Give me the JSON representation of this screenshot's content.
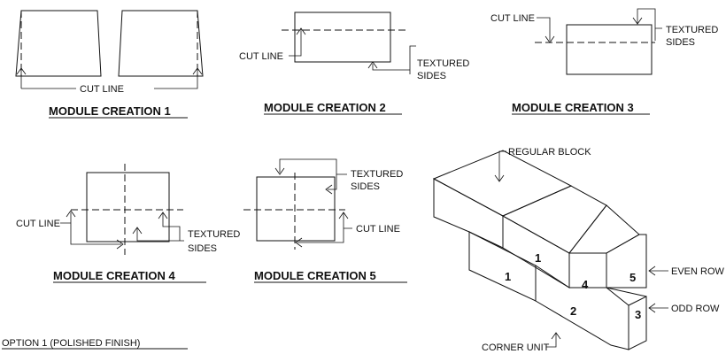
{
  "labels": {
    "cut_line": "CUT LINE",
    "textured_sides": [
      "TEXTURED",
      "SIDES"
    ],
    "regular_block": "REGULAR BLOCK",
    "even_row": "EVEN ROW",
    "odd_row": "ODD ROW",
    "corner_unit": "CORNER UNIT"
  },
  "titles": {
    "m1": "MODULE CREATION 1",
    "m2": "MODULE CREATION 2",
    "m3": "MODULE CREATION 3",
    "m4": "MODULE CREATION 4",
    "m5": "MODULE CREATION 5"
  },
  "option": "OPTION 1 (POLISHED FINISH)",
  "block_numbers": [
    "1",
    "1",
    "4",
    "5",
    "2",
    "3"
  ]
}
